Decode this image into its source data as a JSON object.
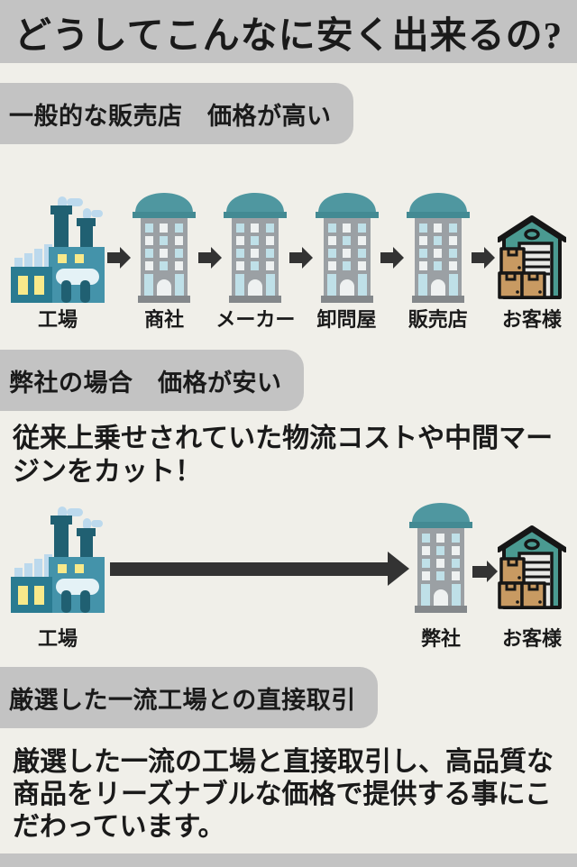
{
  "page": {
    "title": "どうしてこんなに安く出来るの?"
  },
  "sections": {
    "general": {
      "label": "一般的な販売店　価格が高い",
      "flow": [
        "工場",
        "商社",
        "メーカー",
        "卸問屋",
        "販売店",
        "お客様"
      ]
    },
    "ours": {
      "label": "弊社の場合　価格が安い",
      "description": "従来上乗せされていた物流コストや中間マージンをカット！",
      "flow": [
        "工場",
        "弊社",
        "お客様"
      ]
    },
    "direct": {
      "label": "厳選した一流工場との直接取引",
      "description": "厳選した一流の工場と直接取引し、高品質な商品をリーズナブルな価格で提供する事にこだわっています。"
    }
  },
  "icons": {
    "factory": "factory-icon",
    "building": "office-building-icon",
    "warehouse": "warehouse-boxes-icon",
    "arrow": "right-arrow-icon"
  },
  "palette": {
    "background": "#f0efe9",
    "bar_gray": "#c3c3c3",
    "text": "#1a1a1a",
    "arrow": "#333333",
    "teal_dark": "#206072",
    "teal_main": "#4493aa",
    "teal_annex": "#2a7b91",
    "light_blue": "#bcd9ed",
    "window_yellow": "#f8e98a",
    "building_gray": "#9ba0a4",
    "roof_teal": "#4f97a0",
    "warehouse_teal": "#4a9a91",
    "box_tan": "#c89a62"
  }
}
